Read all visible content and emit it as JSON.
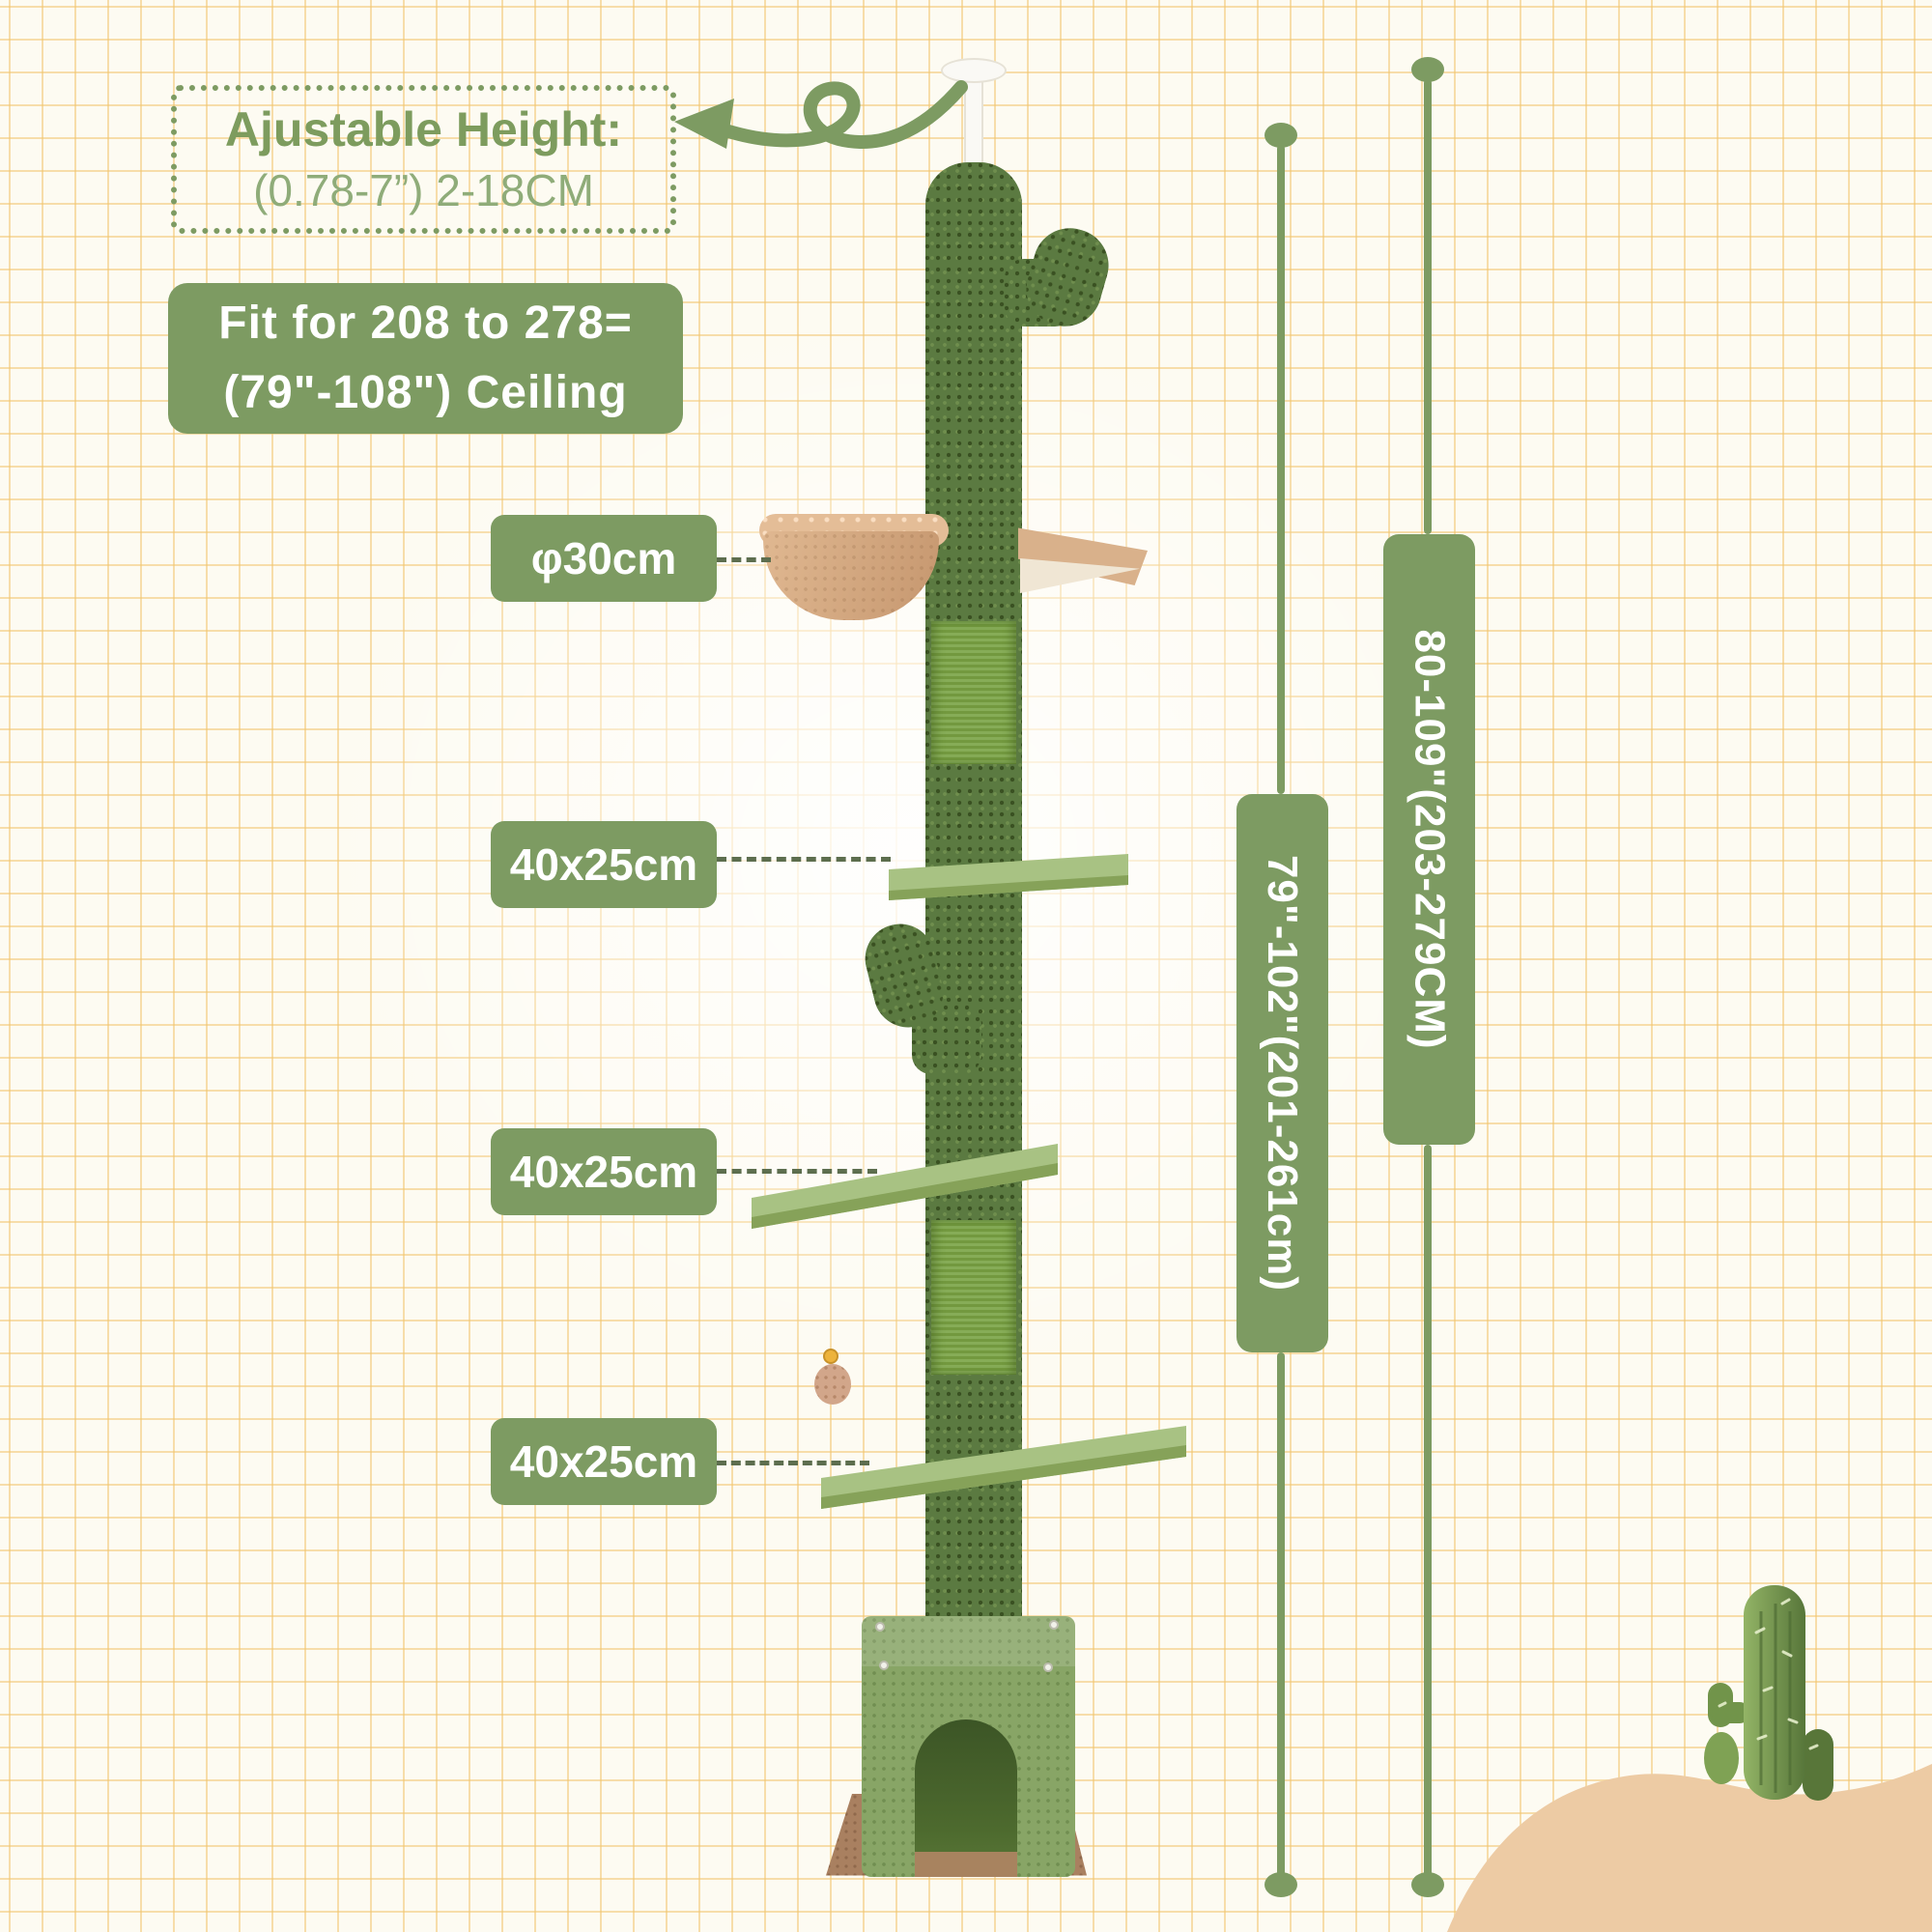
{
  "adjustable_height_note": {
    "title": "Ajustable Height:",
    "value": "(0.78-7”) 2-18CM"
  },
  "ceiling_fit_note": {
    "line1": "Fit for 208 to 278=",
    "line2": "(79\"-108\") Ceiling"
  },
  "part_labels": {
    "hammock_diameter": "φ30cm",
    "platform_top": "40x25cm",
    "platform_middle": "40x25cm",
    "platform_bottom": "40x25cm"
  },
  "height_ranges": {
    "pole": "79\"-102\"(201-261cm)",
    "overall": "80-109\"(203-279CM)"
  },
  "colors": {
    "accent_green": "#7d9b62",
    "grid_line": "#f2c56e",
    "fur_green": "#5b7a41",
    "sisal_green": "#7fa450",
    "platform_green": "#a8c283",
    "hammock_tan": "#d9b18b",
    "base_brown": "#a98060",
    "dune_sand": "#edcba4",
    "text_white": "#ffffff"
  },
  "icons": {
    "curly_arrow": "curly-arrow-icon",
    "measurement_dot": "measurement-dot-icon",
    "cactus": "cactus-illustration"
  }
}
